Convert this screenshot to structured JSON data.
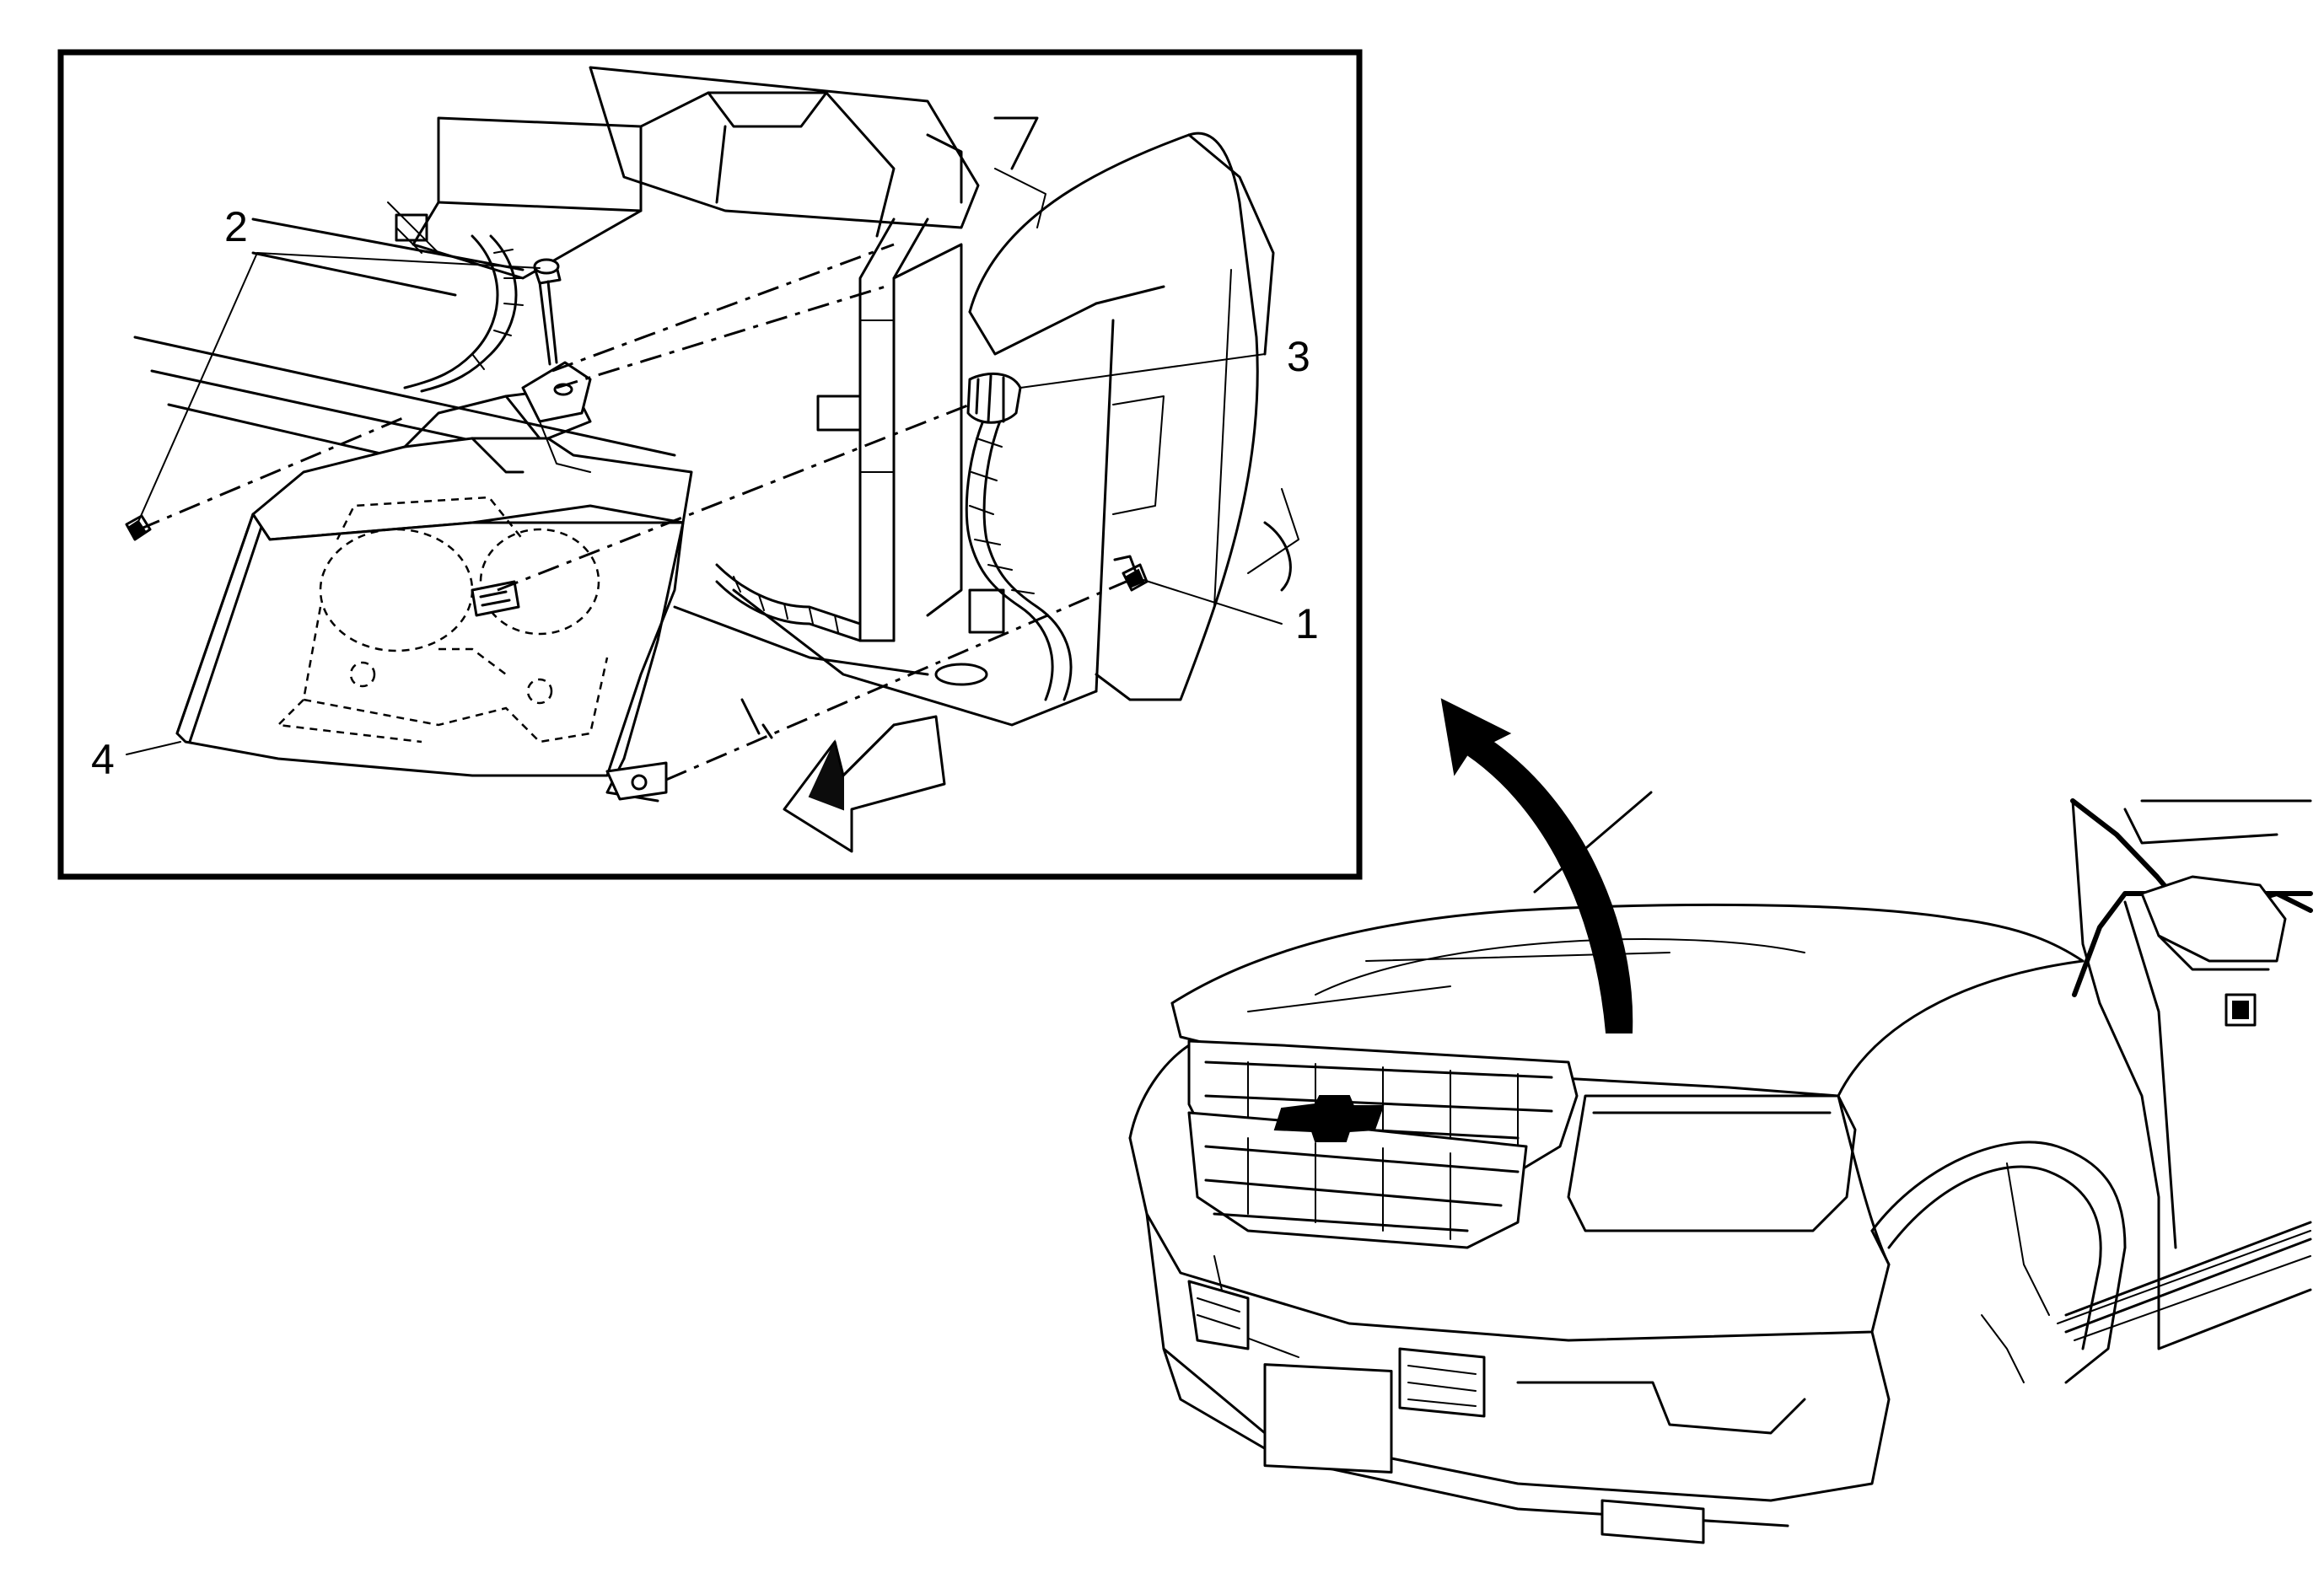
{
  "callouts": [
    {
      "id": "1",
      "label": "1"
    },
    {
      "id": "2",
      "label": "2"
    },
    {
      "id": "3",
      "label": "3"
    },
    {
      "id": "4",
      "label": "4"
    }
  ],
  "parts": {
    "headlamp": "headlamp-assembly",
    "fastener_top": "bolt",
    "fastener_lower": "bolt",
    "connector": "electrical-connector",
    "direction": "removal-direction-arrow",
    "vehicle": "front-of-vehicle"
  }
}
